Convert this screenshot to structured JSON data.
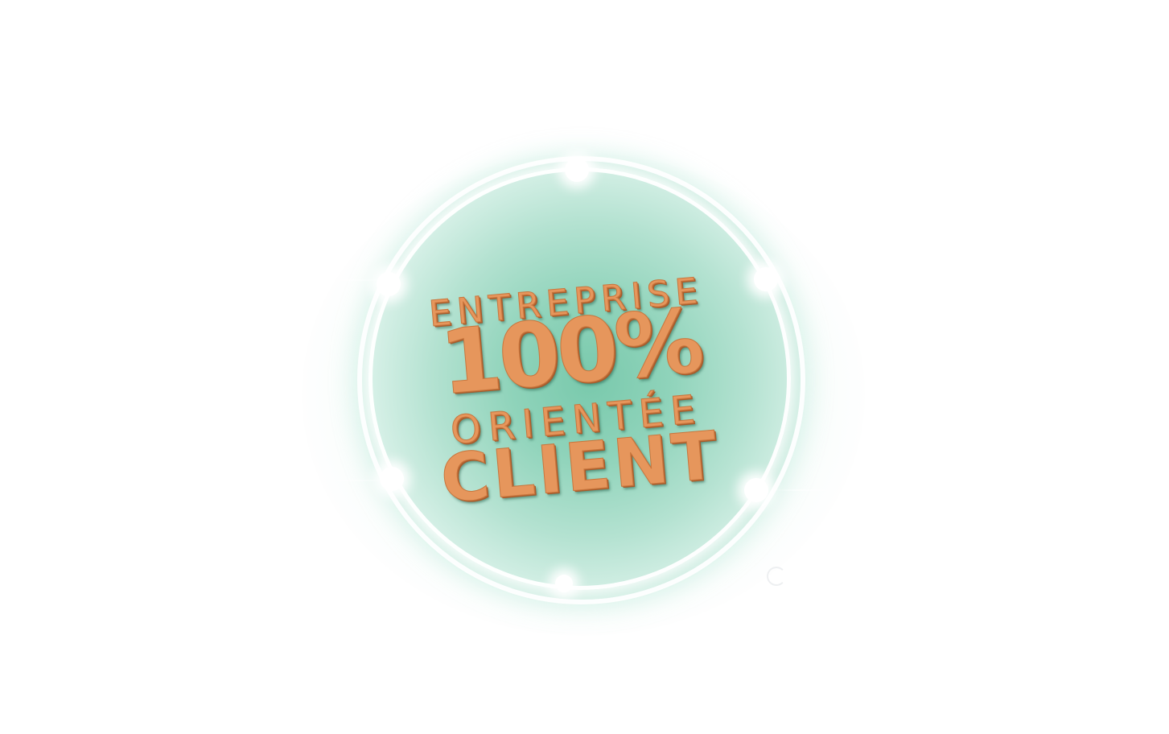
{
  "badge": {
    "line1": "ENTREPRISE",
    "line2": "100%",
    "line3": "ORIENTÉE",
    "line4": "CLIENT",
    "colors": {
      "text": "#e6965c",
      "disc_center": "#79c9ac",
      "ring": "#ffffff",
      "background": "#ffffff"
    }
  }
}
